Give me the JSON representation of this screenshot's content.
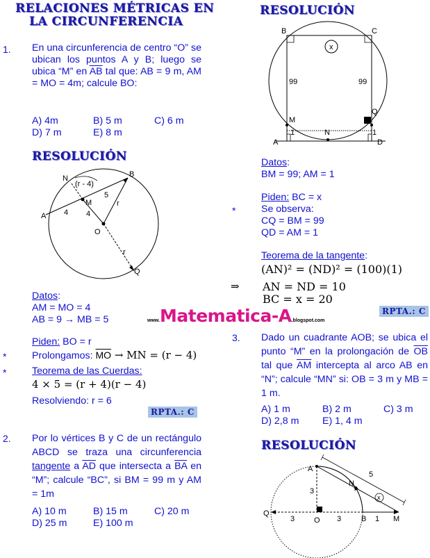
{
  "title_line1": "RELACIONES MÉTRICAS EN",
  "title_line2": "LA CIRCUNFERENCIA",
  "resolucion": "RESOLUCIÓN",
  "rpta": "RPTA.: C",
  "logo": {
    "prefix": "www.",
    "name": "Matematica-A",
    "suffix": ".blogspot.com"
  },
  "p1": {
    "number": "1.",
    "text_a": "En una circunferencia de centro “O” se ubican los puntos A y B; luego se ubica “M” en ",
    "arc": "AB",
    "text_b": " tal que: AB = 9 m, AM = MO = 4m; calcule BO:",
    "options": [
      "A)  4m",
      "B) 5 m",
      "C) 6 m",
      "D) 7 m",
      "E) 8 m"
    ],
    "datos_label": "Datos",
    "datos": [
      "AM = MO = 4",
      "AB = 9 → MB = 5"
    ],
    "piden_label": "Piden:",
    "piden_value": " BO = r",
    "star": "*",
    "prolong_text": "Prolongamos: ",
    "prolong_seg": "MO",
    "prolong_rest": " → MN = (r − 4)",
    "teorema": "Teorema de las Cuerdas:",
    "equation": "4 × 5 = (r + 4)(r − 4)",
    "resolviendo": "Resolviendo:  r  =  6",
    "figure": {
      "N": "N",
      "r4": "(r - 4)",
      "B": "B",
      "five": "5",
      "r": "r",
      "M": "M",
      "A": "A",
      "four1": "4",
      "four2": "4",
      "O": "O",
      "r2": "r",
      "Q": "Q"
    }
  },
  "p2": {
    "number": "2.",
    "text_a": "Por lo vértices B y C de un rectángulo ABCD se traza una circunferencia ",
    "tangente": "tangente",
    "text_b": " a ",
    "seg1": "AD",
    "text_c": " que intersecta a ",
    "seg2": "BA",
    "text_d": "  en  “M”;  calcule “BC”, si BM = 99 m y AM = 1m",
    "options": [
      "A) 10 m",
      "B) 15 m",
      "C) 20 m",
      "D) 25 m",
      "E) 100 m"
    ],
    "datos_label": "Datos",
    "datos": "BM = 99; AM = 1",
    "piden_label": "Piden:",
    "piden_value": " BC = x",
    "star": "*",
    "observa": [
      "Se observa:",
      "CQ = BM = 99",
      "QD = AM = 1"
    ],
    "teorema": "Teorema de la tangente",
    "eq1": "(AN)² = (ND)² = (100)(1)",
    "implies": "⇒",
    "eq2": "AN = ND = 10",
    "eq3": "BC = x = 20",
    "figure": {
      "B": "B",
      "C": "C",
      "x": "x",
      "n99a": "99",
      "n99b": "99",
      "M": "M",
      "Q": "Q",
      "one1": "1",
      "one2": "1",
      "A": "A",
      "N": "N",
      "D": "D"
    }
  },
  "p3": {
    "number": "3.",
    "text_a": "Dado un cuadrante AOB; se ubica el punto “M” en la prolongación de ",
    "seg1": "OB",
    "text_b": " tal que ",
    "seg2": "AM",
    "text_c": " intercepta al arco AB en “N”; calcule “MN” si: OB = 3 m y MB = 1 m.",
    "options": [
      "A)  1 m",
      "B) 2 m",
      "C) 3 m",
      "D) 2,8 m",
      "E) 1, 4 m"
    ],
    "figure": {
      "A": "A",
      "three_v": "3",
      "five": "5",
      "N": "N",
      "x": "x",
      "Q": "Q",
      "three1": "3",
      "O": "O",
      "three2": "3",
      "B": "B",
      "one": "1",
      "M": "M"
    }
  }
}
